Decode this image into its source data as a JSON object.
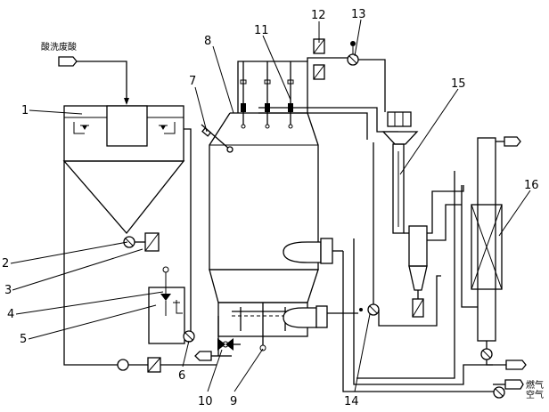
{
  "labels": {
    "inlet": "酸洗废酸",
    "fuel_gas": "燃气",
    "air": "空气"
  },
  "callouts": [
    "1",
    "2",
    "3",
    "4",
    "5",
    "6",
    "7",
    "8",
    "9",
    "10",
    "11",
    "12",
    "13",
    "14",
    "15",
    "16"
  ]
}
